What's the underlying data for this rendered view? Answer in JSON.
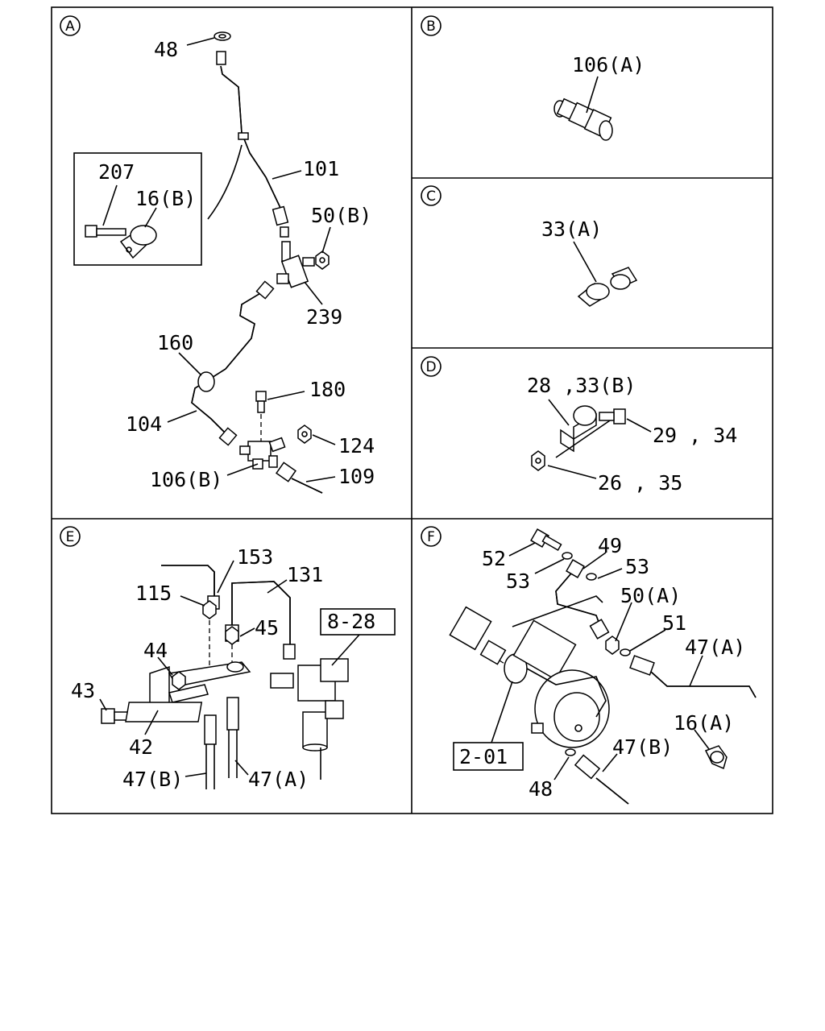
{
  "panels": [
    {
      "id": "A",
      "badge": "A",
      "labels": [
        "48",
        "101",
        "207",
        "16(B)",
        "50(B)",
        "239",
        "160",
        "180",
        "104",
        "124",
        "106(B)",
        "109"
      ]
    },
    {
      "id": "B",
      "badge": "B",
      "labels": [
        "106(A)"
      ]
    },
    {
      "id": "C",
      "badge": "C",
      "labels": [
        "33(A)"
      ]
    },
    {
      "id": "D",
      "badge": "D",
      "labels": [
        "28 ,33(B)",
        "29 , 34",
        "26 , 35"
      ]
    },
    {
      "id": "E",
      "badge": "E",
      "labels": [
        "153",
        "131",
        "115",
        "45",
        "8-28",
        "44",
        "43",
        "42",
        "47(B)",
        "47(A)"
      ]
    },
    {
      "id": "F",
      "badge": "F",
      "labels": [
        "52",
        "49",
        "53",
        "53",
        "50(A)",
        "51",
        "47(A)",
        "2-01",
        "16(A)",
        "47(B)",
        "48"
      ]
    }
  ],
  "icons": [
    "clamp-icon",
    "bolt-icon",
    "nut-icon",
    "tee-fitting-icon",
    "pipe-icon",
    "connector-icon",
    "solenoid-valve-icon",
    "pump-icon",
    "bracket-icon",
    "washer-icon"
  ]
}
